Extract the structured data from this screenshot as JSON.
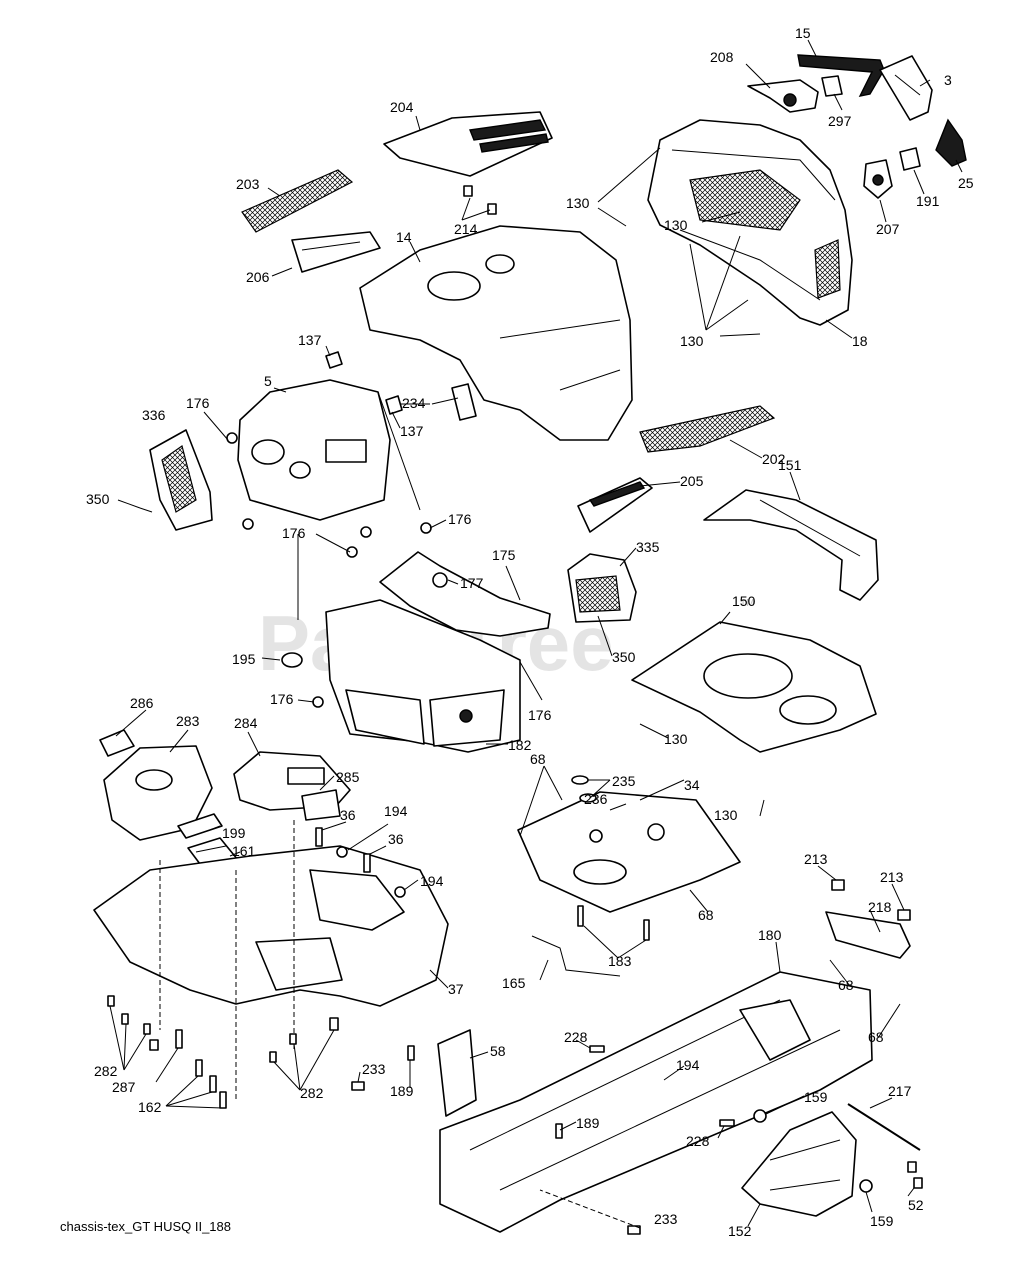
{
  "diagram": {
    "watermark": "PartsTree",
    "watermark_tm": "TM",
    "caption": "chassis-tex_GT HUSQ II_188",
    "callouts": [
      {
        "id": "c-15",
        "text": "15"
      },
      {
        "id": "c-208",
        "text": "208"
      },
      {
        "id": "c-3",
        "text": "3"
      },
      {
        "id": "c-297",
        "text": "297"
      },
      {
        "id": "c-25",
        "text": "25"
      },
      {
        "id": "c-204",
        "text": "204"
      },
      {
        "id": "c-191",
        "text": "191"
      },
      {
        "id": "c-207",
        "text": "207"
      },
      {
        "id": "c-203",
        "text": "203"
      },
      {
        "id": "c-130a",
        "text": "130"
      },
      {
        "id": "c-214",
        "text": "214"
      },
      {
        "id": "c-14",
        "text": "14"
      },
      {
        "id": "c-130b",
        "text": "130"
      },
      {
        "id": "c-206",
        "text": "206"
      },
      {
        "id": "c-130c",
        "text": "130"
      },
      {
        "id": "c-18",
        "text": "18"
      },
      {
        "id": "c-137a",
        "text": "137"
      },
      {
        "id": "c-5",
        "text": "5"
      },
      {
        "id": "c-234",
        "text": "234"
      },
      {
        "id": "c-137b",
        "text": "137"
      },
      {
        "id": "c-176a",
        "text": "176"
      },
      {
        "id": "c-336",
        "text": "336"
      },
      {
        "id": "c-202",
        "text": "202"
      },
      {
        "id": "c-151",
        "text": "151"
      },
      {
        "id": "c-205",
        "text": "205"
      },
      {
        "id": "c-350a",
        "text": "350"
      },
      {
        "id": "c-176b",
        "text": "176"
      },
      {
        "id": "c-176c",
        "text": "176"
      },
      {
        "id": "c-175",
        "text": "175"
      },
      {
        "id": "c-335",
        "text": "335"
      },
      {
        "id": "c-177",
        "text": "177"
      },
      {
        "id": "c-150",
        "text": "150"
      },
      {
        "id": "c-350b",
        "text": "350"
      },
      {
        "id": "c-195",
        "text": "195"
      },
      {
        "id": "c-176d",
        "text": "176"
      },
      {
        "id": "c-176e",
        "text": "176"
      },
      {
        "id": "c-130d",
        "text": "130"
      },
      {
        "id": "c-182",
        "text": "182"
      },
      {
        "id": "c-286",
        "text": "286"
      },
      {
        "id": "c-283",
        "text": "283"
      },
      {
        "id": "c-284",
        "text": "284"
      },
      {
        "id": "c-285",
        "text": "285"
      },
      {
        "id": "c-235",
        "text": "235"
      },
      {
        "id": "c-68a",
        "text": "68"
      },
      {
        "id": "c-236",
        "text": "236"
      },
      {
        "id": "c-34",
        "text": "34"
      },
      {
        "id": "c-194a",
        "text": "194"
      },
      {
        "id": "c-36a",
        "text": "36"
      },
      {
        "id": "c-36b",
        "text": "36"
      },
      {
        "id": "c-130e",
        "text": "130"
      },
      {
        "id": "c-199",
        "text": "199"
      },
      {
        "id": "c-161",
        "text": "161"
      },
      {
        "id": "c-194b",
        "text": "194"
      },
      {
        "id": "c-213a",
        "text": "213"
      },
      {
        "id": "c-213b",
        "text": "213"
      },
      {
        "id": "c-68b",
        "text": "68"
      },
      {
        "id": "c-218",
        "text": "218"
      },
      {
        "id": "c-183",
        "text": "183"
      },
      {
        "id": "c-180",
        "text": "180"
      },
      {
        "id": "c-37",
        "text": "37"
      },
      {
        "id": "c-165",
        "text": "165"
      },
      {
        "id": "c-68c",
        "text": "68"
      },
      {
        "id": "c-68d",
        "text": "68"
      },
      {
        "id": "c-228a",
        "text": "228"
      },
      {
        "id": "c-58",
        "text": "58"
      },
      {
        "id": "c-282a",
        "text": "282"
      },
      {
        "id": "c-287",
        "text": "287"
      },
      {
        "id": "c-233a",
        "text": "233"
      },
      {
        "id": "c-194c",
        "text": "194"
      },
      {
        "id": "c-189a",
        "text": "189"
      },
      {
        "id": "c-282b",
        "text": "282"
      },
      {
        "id": "c-162",
        "text": "162"
      },
      {
        "id": "c-189b",
        "text": "189"
      },
      {
        "id": "c-228b",
        "text": "228"
      },
      {
        "id": "c-159a",
        "text": "159"
      },
      {
        "id": "c-217",
        "text": "217"
      },
      {
        "id": "c-52",
        "text": "52"
      },
      {
        "id": "c-233b",
        "text": "233"
      },
      {
        "id": "c-152",
        "text": "152"
      },
      {
        "id": "c-159b",
        "text": "159"
      }
    ]
  }
}
